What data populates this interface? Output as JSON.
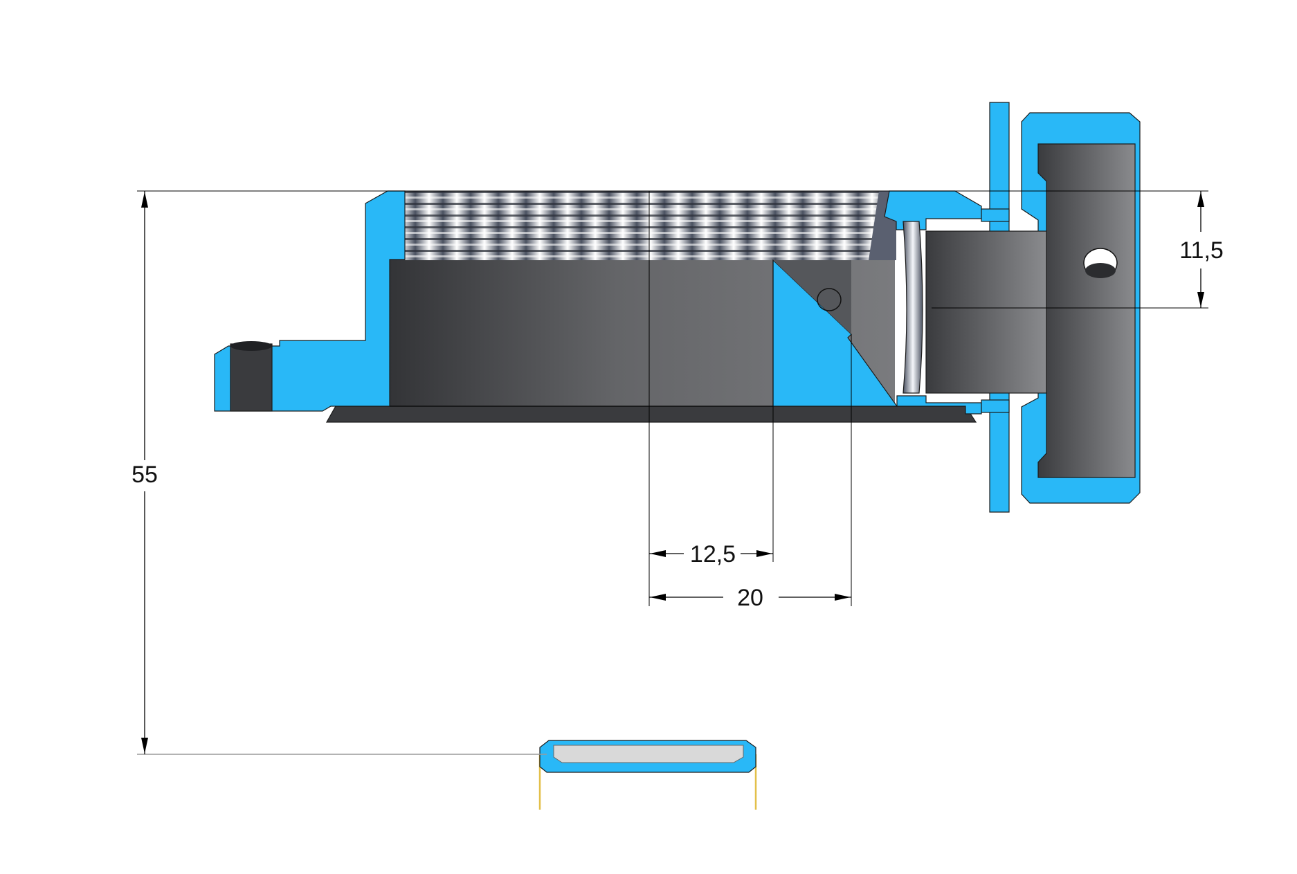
{
  "colors": {
    "section_fill": "#29b8f7",
    "body_dark": "#3a3b3e",
    "body_mid": "#6a6b6e",
    "thread_light": "#f2f5fa",
    "thread_dark": "#3f4550",
    "window_gray": "#d9d9d9",
    "accent_yellow": "#e3c04a"
  },
  "dimensions": {
    "overall_height": {
      "value": "55"
    },
    "cap_offset": {
      "value": "11,5"
    },
    "mirror_start": {
      "value": "12,5"
    },
    "mirror_end": {
      "value": "20"
    }
  }
}
